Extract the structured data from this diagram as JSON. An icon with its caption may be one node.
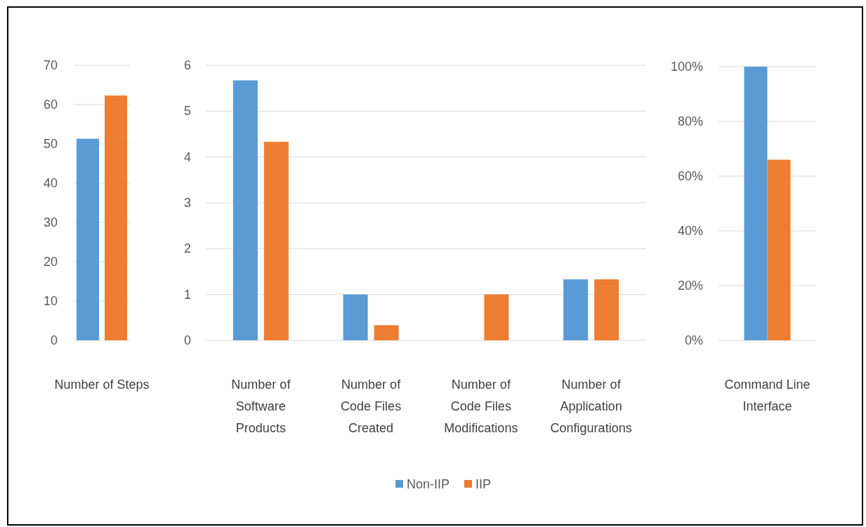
{
  "diagram": {
    "chart_data": [
      {
        "type": "bar",
        "categories": [
          "Number of Steps"
        ],
        "series": [
          {
            "name": "Non-IIP",
            "color": "#5b9bd5",
            "values": [
              51.3
            ]
          },
          {
            "name": "IIP",
            "color": "#ed7d31",
            "values": [
              62.3
            ]
          }
        ],
        "ylim": [
          0,
          70
        ],
        "yticks": [
          0,
          10,
          20,
          30,
          40,
          50,
          60,
          70
        ],
        "grid": true,
        "legend": "bottom"
      },
      {
        "type": "bar",
        "categories": [
          "Number of Software Products",
          "Number of Code Files Created",
          "Number of Code Files Modifications",
          "Number of Application Configurations"
        ],
        "series": [
          {
            "color": "#5b9bd5",
            "values": [
              5.67,
              1,
              0,
              1.33
            ]
          },
          {
            "color": "#ed7d31",
            "values": [
              4.33,
              0.33,
              1,
              1.33
            ]
          }
        ],
        "ylim": [
          0,
          6
        ],
        "yticks": [
          0,
          1,
          2,
          3,
          4,
          5,
          6
        ],
        "grid": true
      },
      {
        "type": "bar",
        "categories": [
          "Command Line Interface"
        ],
        "series": [
          {
            "color": "#5b9bd5",
            "values": [
              100
            ]
          },
          {
            "color": "#ed7d31",
            "values": [
              66
            ]
          }
        ],
        "ylim": [
          0,
          100
        ],
        "yticks": [
          {
            "value": 0,
            "label": "0%"
          },
          {
            "value": 20,
            "label": "20%"
          },
          {
            "value": 40,
            "label": "40%"
          },
          {
            "value": 60,
            "label": "60%"
          },
          {
            "value": 80,
            "label": "80%"
          },
          {
            "value": 100,
            "label": "100%"
          }
        ],
        "grid": true
      }
    ]
  }
}
